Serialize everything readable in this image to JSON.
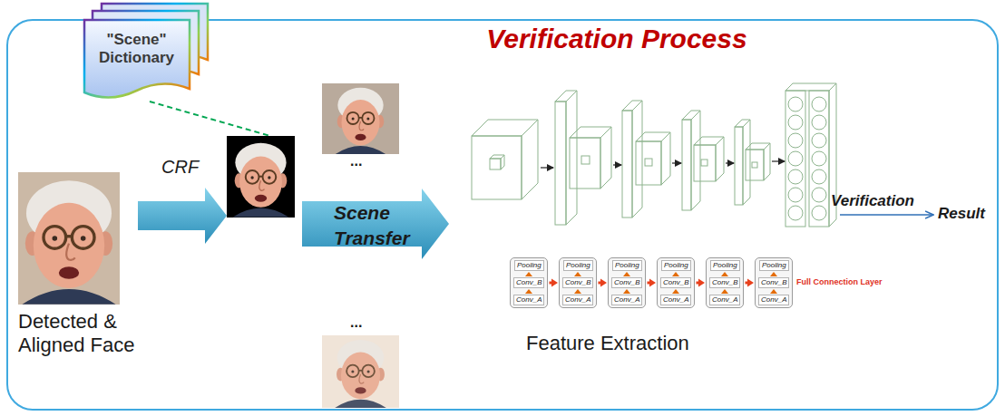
{
  "diagram": {
    "title": "Verification Process",
    "nodes": [
      {
        "text": [
          "\"Scene\" Dictionary"
        ]
      },
      {
        "text": [
          "Pooling",
          "Conv_B",
          "Conv_A"
        ]
      },
      {
        "text": [
          "Pooling",
          "Conv_B",
          "Conv_A"
        ]
      },
      {
        "text": [
          "Pooling",
          "Conv_B",
          "Conv_A"
        ]
      },
      {
        "text": [
          "Pooling",
          "Conv_B",
          "Conv_A"
        ]
      },
      {
        "text": [
          "Pooling",
          "Conv_B",
          "Conv_A"
        ]
      },
      {
        "text": [
          "Pooling",
          "Conv_B",
          "Conv_A"
        ]
      }
    ],
    "edges": [
      {
        "from": 1,
        "to": 2,
        "arrow": "to"
      },
      {
        "from": 2,
        "to": 3,
        "arrow": "to"
      },
      {
        "from": 3,
        "to": 4,
        "arrow": "to"
      },
      {
        "from": 4,
        "to": 5,
        "arrow": "to"
      },
      {
        "from": 5,
        "to": 6,
        "arrow": "to"
      }
    ],
    "labels": [
      "CRF",
      "...",
      "Scene",
      "Transfer",
      "...",
      "Verification",
      "Result",
      "Detected & Aligned Face",
      "Feature Extraction",
      "Full Connection Layer"
    ]
  }
}
